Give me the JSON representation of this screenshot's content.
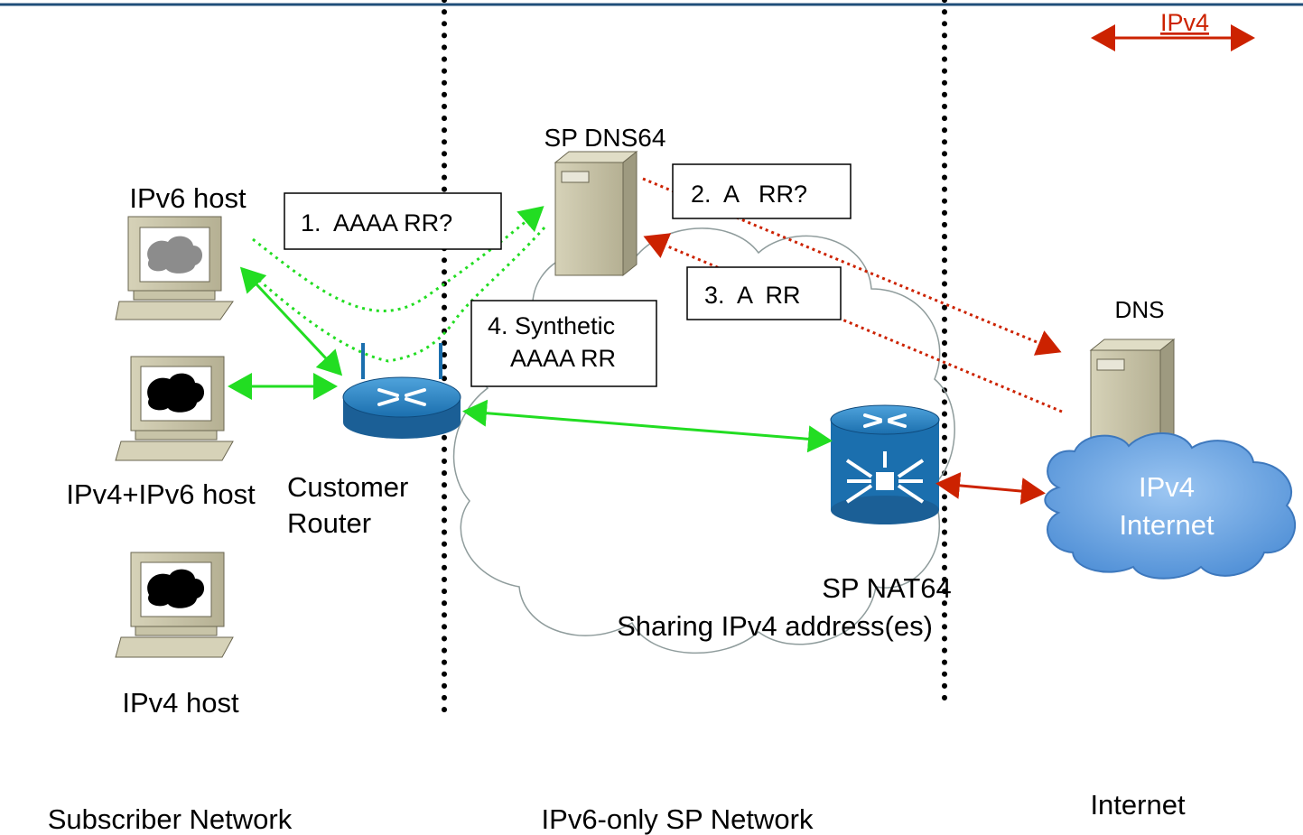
{
  "legend": {
    "label": "IPv4",
    "color": "#cc2200"
  },
  "labels": {
    "ipv6_host": "IPv6 host",
    "dual_host": "IPv4+IPv6 host",
    "ipv4_host": "IPv4 host",
    "customer_router_line1": "Customer",
    "customer_router_line2": "Router",
    "sp_dns64": "SP DNS64",
    "dns": "DNS",
    "sp_nat64": "SP NAT64",
    "sharing": "Sharing IPv4 address(es)",
    "internet_cloud_line1": "IPv4",
    "internet_cloud_line2": "Internet"
  },
  "steps": {
    "step1": "1.  AAAA RR?",
    "step2": "2.  A   RR?",
    "step3": "3.  A  RR",
    "step4_line1": "4. Synthetic",
    "step4_line2": "AAAA RR"
  },
  "zones": {
    "subscriber": "Subscriber Network",
    "sp_network": "IPv6-only SP Network",
    "internet": "Internet"
  },
  "colors": {
    "ipv6_green": "#22dd22",
    "ipv4_red": "#cc2200",
    "dotted_red": "#cc2200",
    "top_rule": "#1f4e79",
    "router_blue": "#1b6fae",
    "cloud_blue": "#6fa8e8"
  }
}
